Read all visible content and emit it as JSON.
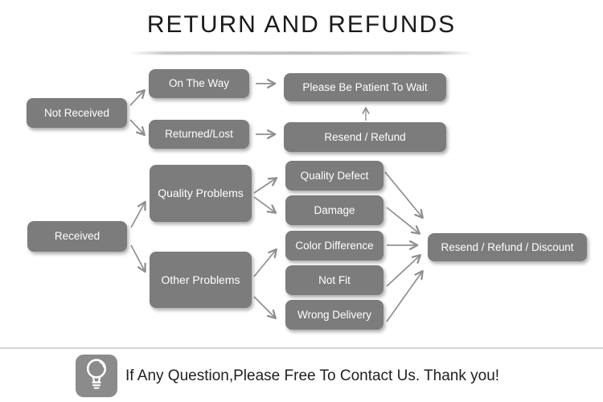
{
  "title": "RETURN AND REFUNDS",
  "flow": {
    "nodes": {
      "not_received": "Not Received",
      "on_the_way": "On The Way",
      "returned_lost": "Returned/Lost",
      "please_wait": "Please Be Patient To Wait",
      "resend_refund": "Resend / Refund",
      "received": "Received",
      "quality_problems": "Quality Problems",
      "other_problems": "Other Problems",
      "quality_defect": "Quality Defect",
      "damage": "Damage",
      "color_difference": "Color Difference",
      "not_fit": "Not Fit",
      "wrong_delivery": "Wrong Delivery",
      "resend_refund_discount": "Resend / Refund / Discount"
    },
    "edges": [
      [
        "Not Received",
        "On The Way"
      ],
      [
        "Not Received",
        "Returned/Lost"
      ],
      [
        "On The Way",
        "Please Be Patient To Wait"
      ],
      [
        "Returned/Lost",
        "Resend / Refund"
      ],
      [
        "Resend / Refund",
        "Please Be Patient To Wait"
      ],
      [
        "Received",
        "Quality Problems"
      ],
      [
        "Received",
        "Other Problems"
      ],
      [
        "Quality Problems",
        "Quality Defect"
      ],
      [
        "Quality Problems",
        "Damage"
      ],
      [
        "Other Problems",
        "Color Difference"
      ],
      [
        "Other Problems",
        "Wrong Delivery"
      ],
      [
        "Quality Defect",
        "Resend / Refund / Discount"
      ],
      [
        "Damage",
        "Resend / Refund / Discount"
      ],
      [
        "Color Difference",
        "Resend / Refund / Discount"
      ],
      [
        "Not Fit",
        "Resend / Refund / Discount"
      ],
      [
        "Wrong Delivery",
        "Resend / Refund / Discount"
      ]
    ]
  },
  "footer": {
    "icon": "light-bulb-icon",
    "message": "If Any Question,Please Free To Contact Us. Thank you!"
  },
  "colors": {
    "background": "#ffffff",
    "node_fill": "#7c7c7c",
    "node_text": "#ffffff",
    "arrow": "#8f8f8f",
    "title_text": "#1a1a1a",
    "title_underline": "#c4c4c4",
    "separator": "#d4d4d4",
    "icon_background": "#8b8b8b",
    "footer_text": "#1f1f1f"
  }
}
